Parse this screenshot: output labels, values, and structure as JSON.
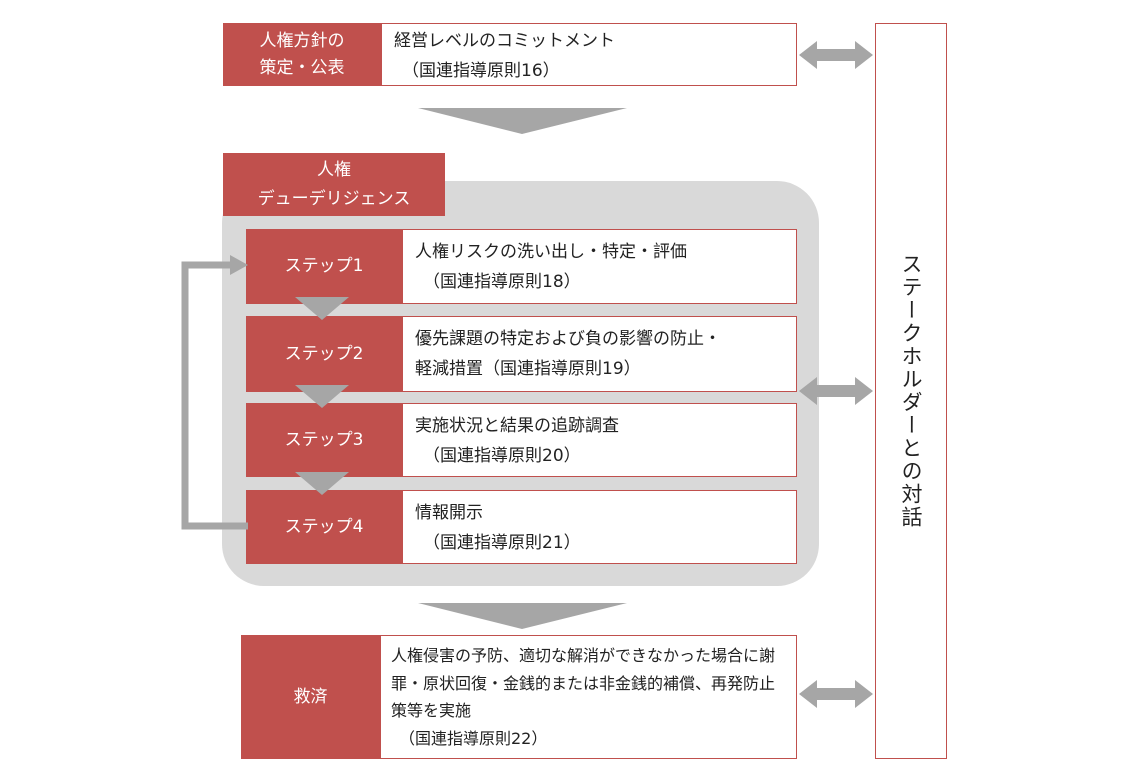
{
  "policy": {
    "label_line1": "人権方針の",
    "label_line2": "策定・公表",
    "desc_line1": "経営レベルのコミットメント",
    "desc_line2": "（国連指導原則16）"
  },
  "dd": {
    "label_line1": "人権",
    "label_line2": "デューデリジェンス"
  },
  "steps": [
    {
      "label": "ステップ1",
      "desc_line1": "人権リスクの洗い出し・特定・評価",
      "desc_line2": "（国連指導原則18）"
    },
    {
      "label": "ステップ2",
      "desc_line1": "優先課題の特定および負の影響の防止・",
      "desc_line2": "軽減措置（国連指導原則19）"
    },
    {
      "label": "ステップ3",
      "desc_line1": "実施状況と結果の追跡調査",
      "desc_line2": "（国連指導原則20）"
    },
    {
      "label": "ステップ4",
      "desc_line1": "情報開示",
      "desc_line2": "（国連指導原則21）"
    }
  ],
  "remedy": {
    "label": "救済",
    "desc_line1": "人権侵害の予防、適切な解消ができなかった場合に謝",
    "desc_line2": "罪・原状回復・金銭的または非金銭的補償、再発防止",
    "desc_line3": "策等を実施",
    "desc_line4": "（国連指導原則22）"
  },
  "stakeholder": {
    "label": "ステークホルダーとの対話"
  },
  "colors": {
    "accent_red": "#c0504d",
    "panel_gray": "#d9d9d9",
    "arrow_gray": "#a6a6a6"
  }
}
